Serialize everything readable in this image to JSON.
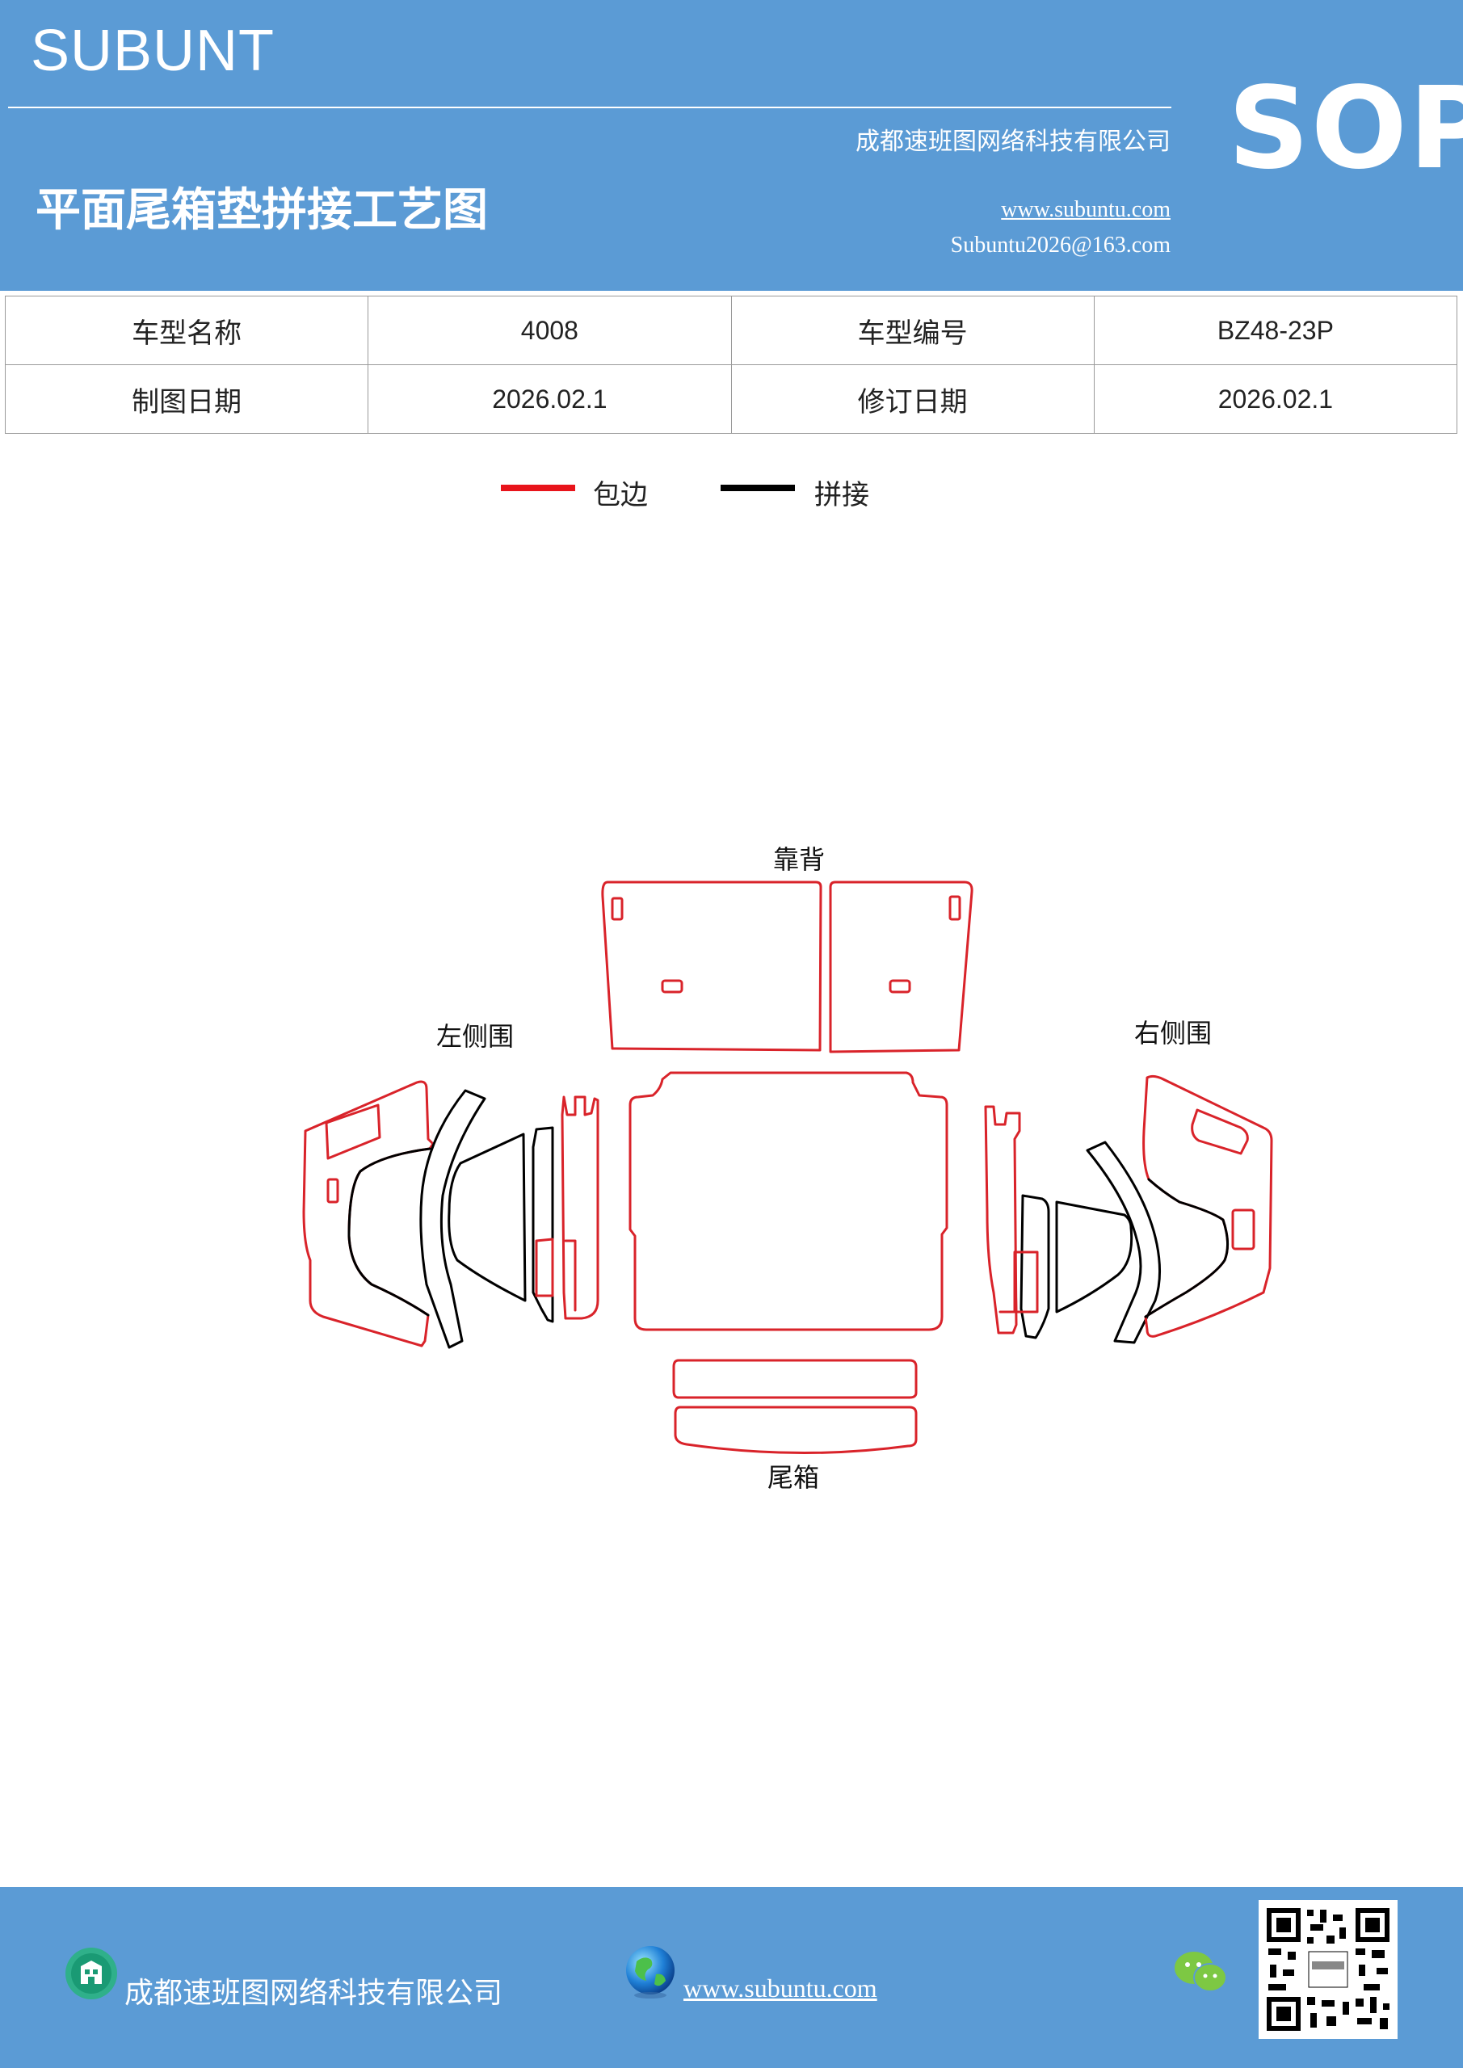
{
  "header": {
    "brand": "SUBUNT",
    "company": "成都速班图网络科技有限公司",
    "title": "平面尾箱垫拼接工艺图",
    "website": "www.subuntu.com",
    "email": "Subuntu2026@163.com",
    "badge": "SOP",
    "background_color": "#5b9bd5"
  },
  "info_table": {
    "rows": [
      {
        "label1": "车型名称",
        "value1": "4008",
        "label2": "车型编号",
        "value2": "BZ48-23P"
      },
      {
        "label1": "制图日期",
        "value1": "2026.02.1",
        "label2": "修订日期",
        "value2": "2026.02.1"
      }
    ]
  },
  "legend": {
    "items": [
      {
        "label": "包边",
        "color": "#e8141b"
      },
      {
        "label": "拼接",
        "color": "#000000"
      }
    ]
  },
  "diagram": {
    "labels": {
      "backrest": "靠背",
      "left_side": "左侧围",
      "right_side": "右侧围",
      "trunk": "尾箱"
    },
    "edge_color": "#d9232a",
    "seam_color": "#000000"
  },
  "footer": {
    "company": "成都速班图网络科技有限公司",
    "website": "www.subuntu.com",
    "icons": [
      "building-icon",
      "globe-icon",
      "wechat-icon",
      "qr-code"
    ]
  }
}
